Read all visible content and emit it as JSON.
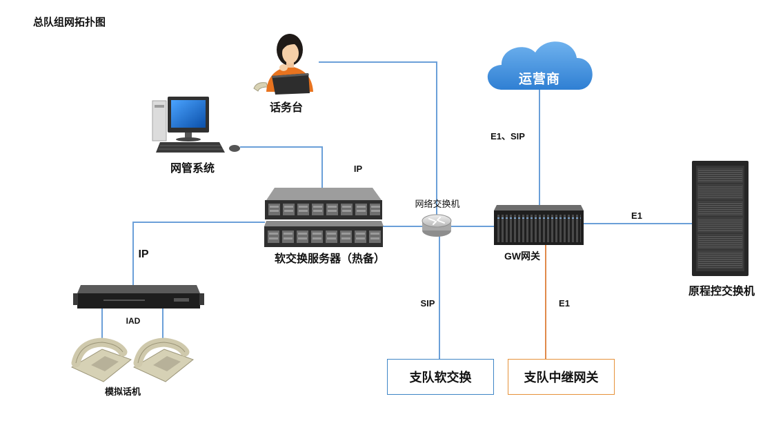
{
  "title": "总队组网拓扑图",
  "nodes": {
    "operator": {
      "label": "话务台",
      "icon": "operator-icon"
    },
    "nms": {
      "label": "网管系统",
      "icon": "computer-icon"
    },
    "carrier": {
      "label": "运营商",
      "icon": "cloud-icon"
    },
    "softswitch": {
      "label": "软交换服务器（热备）",
      "icon": "server-icon"
    },
    "switch": {
      "label": "网络交换机",
      "icon": "router-icon"
    },
    "gateway": {
      "label": "GW网关",
      "icon": "gateway-icon"
    },
    "pbx": {
      "label": "原程控交换机",
      "icon": "rack-cabinet-icon"
    },
    "iad": {
      "label": "IAD",
      "icon": "iad-device-icon"
    },
    "phones": {
      "label": "模拟话机",
      "icon": "telephone-icon"
    },
    "branch_softswitch": {
      "label": "支队软交换"
    },
    "branch_gateway": {
      "label": "支队中继网关"
    }
  },
  "links": {
    "carrier_gateway": "E1、SIP",
    "nms_server": "IP",
    "gateway_pbx": "E1",
    "server_iad": "IP",
    "switch_branch": "SIP",
    "gateway_branch": "E1"
  },
  "colors": {
    "link": "#6a9fd8",
    "trunk_link": "#e0894a",
    "cloud_light": "#6fb2ee",
    "cloud_dark": "#2f7fd3",
    "branch_softswitch_border": "#3d85c6",
    "branch_gateway_border": "#e69138"
  }
}
